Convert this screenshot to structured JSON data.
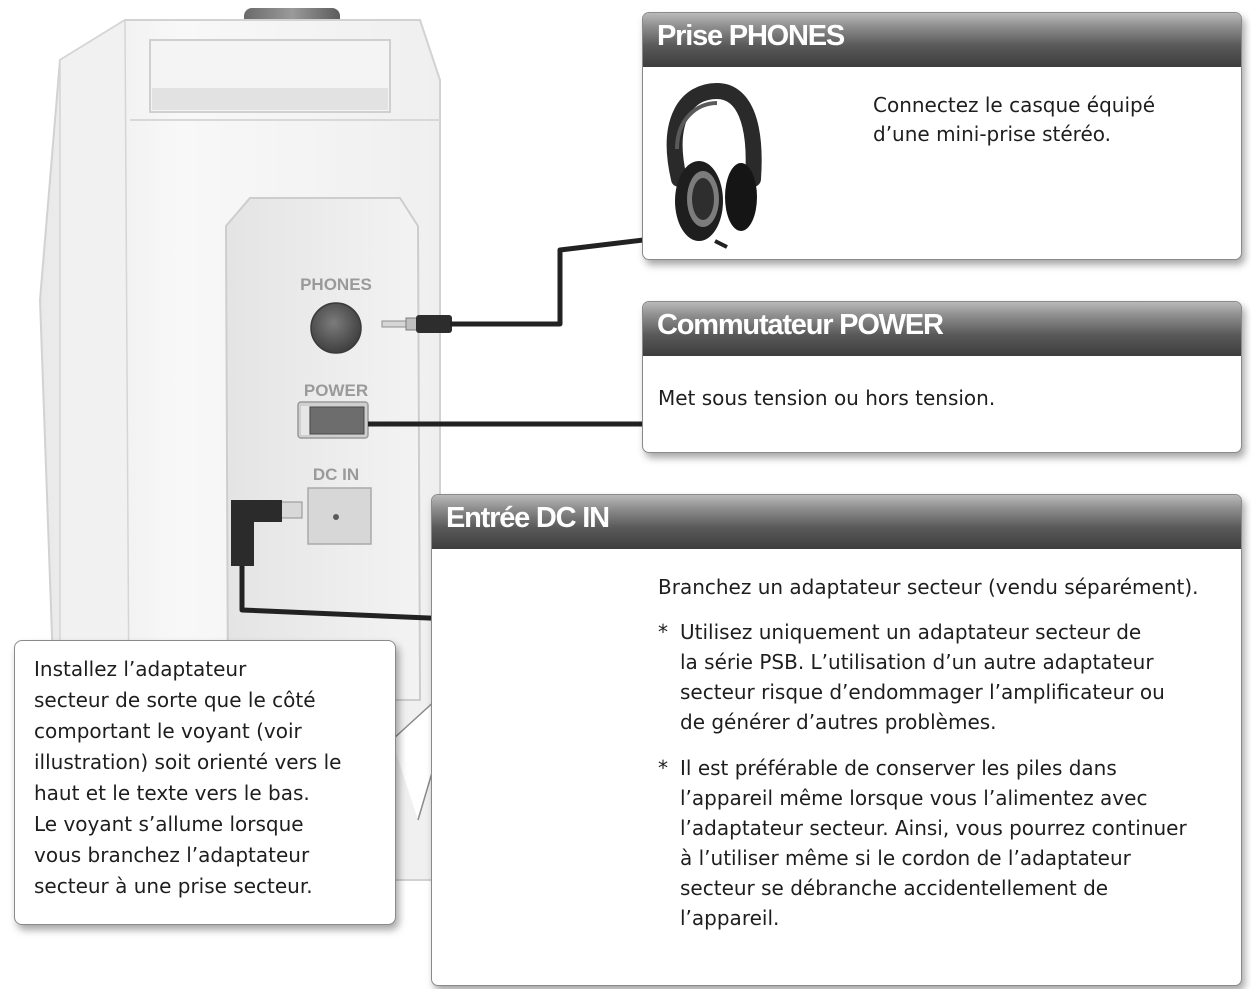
{
  "device": {
    "phones_label": "PHONES",
    "power_label": "POWER",
    "dcin_label": "DC IN"
  },
  "phones_panel": {
    "title": "Prise PHONES",
    "text_line1": "Connectez le casque équipé",
    "text_line2": "d’une mini-prise stéréo."
  },
  "power_panel": {
    "title": "Commutateur POWER",
    "text": "Met sous tension ou hors tension."
  },
  "dcin_panel": {
    "title": "Entrée DC IN",
    "intro": "Branchez un adaptateur secteur (vendu séparément).",
    "note1": {
      "star": "*",
      "lines": [
        "Utilisez uniquement un adaptateur secteur de",
        "la série PSB. L’utilisation d’un autre adaptateur",
        "secteur risque d’endommager l’amplificateur ou",
        "de générer d’autres problèmes."
      ]
    },
    "note2": {
      "star": "*",
      "lines": [
        "Il est préférable de conserver les piles dans",
        "l’appareil même lorsque vous l’alimentez avec",
        "l’adaptateur secteur. Ainsi, vous pourrez continuer",
        "à l’utiliser même si le cordon de l’adaptateur",
        "secteur se débranche accidentellement de",
        "l’appareil."
      ]
    }
  },
  "adapter_callout": {
    "lines": [
      "Installez l’adaptateur",
      "secteur de sorte que le côté",
      "comportant le voyant (voir",
      "illustration) soit orienté vers le",
      "haut et le texte vers le bas.",
      "Le voyant s’allume lorsque",
      "vous branchez l’adaptateur",
      "secteur à une prise secteur."
    ]
  }
}
